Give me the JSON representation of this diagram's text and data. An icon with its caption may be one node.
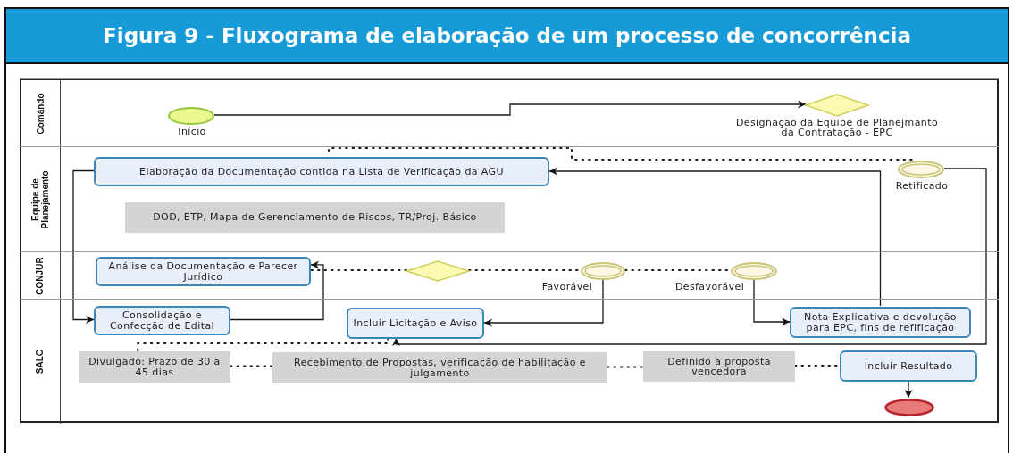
{
  "diagram": {
    "title": "Figura 9 - Fluxograma de elaboração de um processo de concorrência",
    "nodes": [
      {
        "text": [
          "Comando"
        ]
      },
      {
        "text": [
          "Equipe de Planejamento"
        ]
      },
      {
        "text": [
          "CONJUR"
        ]
      },
      {
        "text": [
          "SALC"
        ]
      },
      {
        "text": [
          "Início"
        ],
        "in": 0
      },
      {
        "text": [
          "Designação da Equipe de Planejmanto da Contratação - EPC"
        ],
        "in": 0
      },
      {
        "text": [
          "Elaboração da Documentação contida na Lista de Verificação da AGU"
        ],
        "in": 1
      },
      {
        "text": [
          "DOD, ETP, Mapa de Gerenciamento de Riscos, TR/Proj. Básico"
        ],
        "in": 1
      },
      {
        "text": [
          "Retificado"
        ],
        "in": 1
      },
      {
        "text": [
          "Análise da Documentação e Parecer Jurídico"
        ],
        "in": 2
      },
      {
        "text": [],
        "shape": "diamond",
        "in": 2
      },
      {
        "text": [
          "Favorável"
        ],
        "in": 2
      },
      {
        "text": [
          "Desfavorável"
        ],
        "in": 2
      },
      {
        "text": [
          "Consolidação e Confecção de Edital"
        ],
        "in": 3
      },
      {
        "text": [
          "Incluir Licitação e Aviso"
        ],
        "in": 3
      },
      {
        "text": [
          "Nota Explicativa e devolução para EPC, fins de refificação"
        ],
        "in": 3
      },
      {
        "text": [
          "Divulgado: Prazo de 30 a 45 dias"
        ],
        "in": 3
      },
      {
        "text": [
          "Recebimento de Propostas, verificação de habilitação e julgamento"
        ],
        "in": 3
      },
      {
        "text": [
          "Definido a proposta vencedora"
        ],
        "in": 3
      },
      {
        "text": [
          "Incluir Resultado"
        ],
        "in": 3
      },
      {
        "text": [],
        "shape": "circle",
        "in": 3
      }
    ],
    "edges": [
      {
        "from": 4,
        "to": 5,
        "arrow": "to"
      },
      {
        "from": 8,
        "to": 6,
        "arrow": "none",
        "style": "dashed"
      },
      {
        "from": 15,
        "to": 6,
        "arrow": "to"
      },
      {
        "from": 8,
        "to": 14,
        "arrow": "to"
      },
      {
        "from": 6,
        "to": 13,
        "arrow": "to"
      },
      {
        "from": 13,
        "to": 9,
        "arrow": "to"
      },
      {
        "from": 10,
        "to": 9,
        "arrow": "none",
        "style": "dashed"
      },
      {
        "from": 10,
        "to": 11,
        "arrow": "none",
        "style": "dashed"
      },
      {
        "from": 11,
        "to": 12,
        "arrow": "none",
        "style": "dashed"
      },
      {
        "from": 11,
        "to": 14,
        "arrow": "to"
      },
      {
        "from": 12,
        "to": 15,
        "arrow": "to"
      },
      {
        "from": 16,
        "to": 14,
        "arrow": "none",
        "style": "dashed"
      },
      {
        "from": 16,
        "to": 17,
        "arrow": "none",
        "style": "dashed"
      },
      {
        "from": 17,
        "to": 18,
        "arrow": "none",
        "style": "dashed"
      },
      {
        "from": 18,
        "to": 19,
        "arrow": "none",
        "style": "dashed"
      },
      {
        "from": 19,
        "to": 20,
        "arrow": "to"
      }
    ]
  }
}
